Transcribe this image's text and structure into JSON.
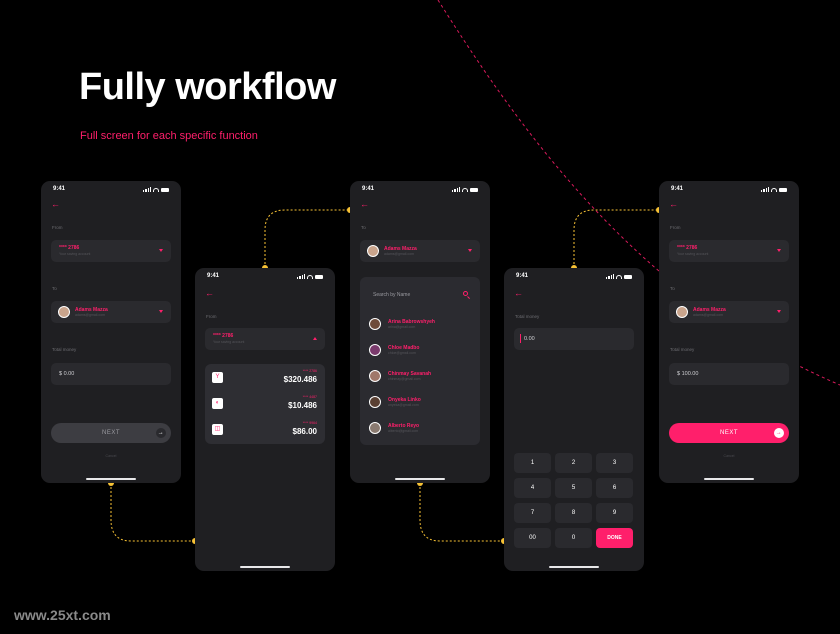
{
  "hero": {
    "title": "Fully workflow",
    "subtitle": "Full screen for each specific function"
  },
  "watermark": "www.25xt.com",
  "colors": {
    "accent": "#ff1f6b",
    "connector": "#f7c235",
    "panel": "#1f1f22"
  },
  "status_time": "9:41",
  "back_icon": "←",
  "screen1": {
    "from_label": "From",
    "from_card": "**** 2786",
    "from_card_sub": "Your saving account",
    "to_label": "To",
    "to_name": "Adams Mazza",
    "to_email": "adams@gmail.com",
    "total_label": "Total money",
    "total_value": "$ 0.00",
    "next_label": "NEXT",
    "foot_text": "Cancel"
  },
  "screen2": {
    "from_label": "From",
    "from_card": "**** 2786",
    "from_card_sub": "Your saving account",
    "cards": [
      {
        "num": "**** 2786",
        "amount": "$320.486",
        "icon": "Y"
      },
      {
        "num": "**** 4487",
        "amount": "$10.486",
        "icon": "◐"
      },
      {
        "num": "**** 9964",
        "amount": "$86.00",
        "icon": "◫"
      }
    ]
  },
  "screen3": {
    "to_label": "To",
    "to_name": "Adams Mazza",
    "to_email": "adams@gmail.com",
    "search_placeholder": "Search by Name",
    "contacts": [
      {
        "name": "Arina Babrowshyeh",
        "email": "arina@gmail.com"
      },
      {
        "name": "Chloe Madbo",
        "email": "chloe@gmail.com"
      },
      {
        "name": "Chinmay Savanah",
        "email": "chinmay@gmail.com"
      },
      {
        "name": "Onyeka Linko",
        "email": "onyeka@gmail.com"
      },
      {
        "name": "Alberto Reyo",
        "email": "alberto@gmail.com"
      }
    ]
  },
  "screen4": {
    "total_label": "Total money",
    "amount": "0.00",
    "keys": [
      "1",
      "2",
      "3",
      "4",
      "5",
      "6",
      "7",
      "8",
      "9",
      "00",
      "0",
      "DONE"
    ]
  },
  "screen5": {
    "from_label": "From",
    "from_card": "**** 2786",
    "from_card_sub": "Your saving account",
    "to_label": "To",
    "to_name": "Adams Mazza",
    "to_email": "adams@gmail.com",
    "total_label": "Total money",
    "total_value": "$ 100.00",
    "next_label": "NEXT",
    "foot_text": "Cancel"
  }
}
